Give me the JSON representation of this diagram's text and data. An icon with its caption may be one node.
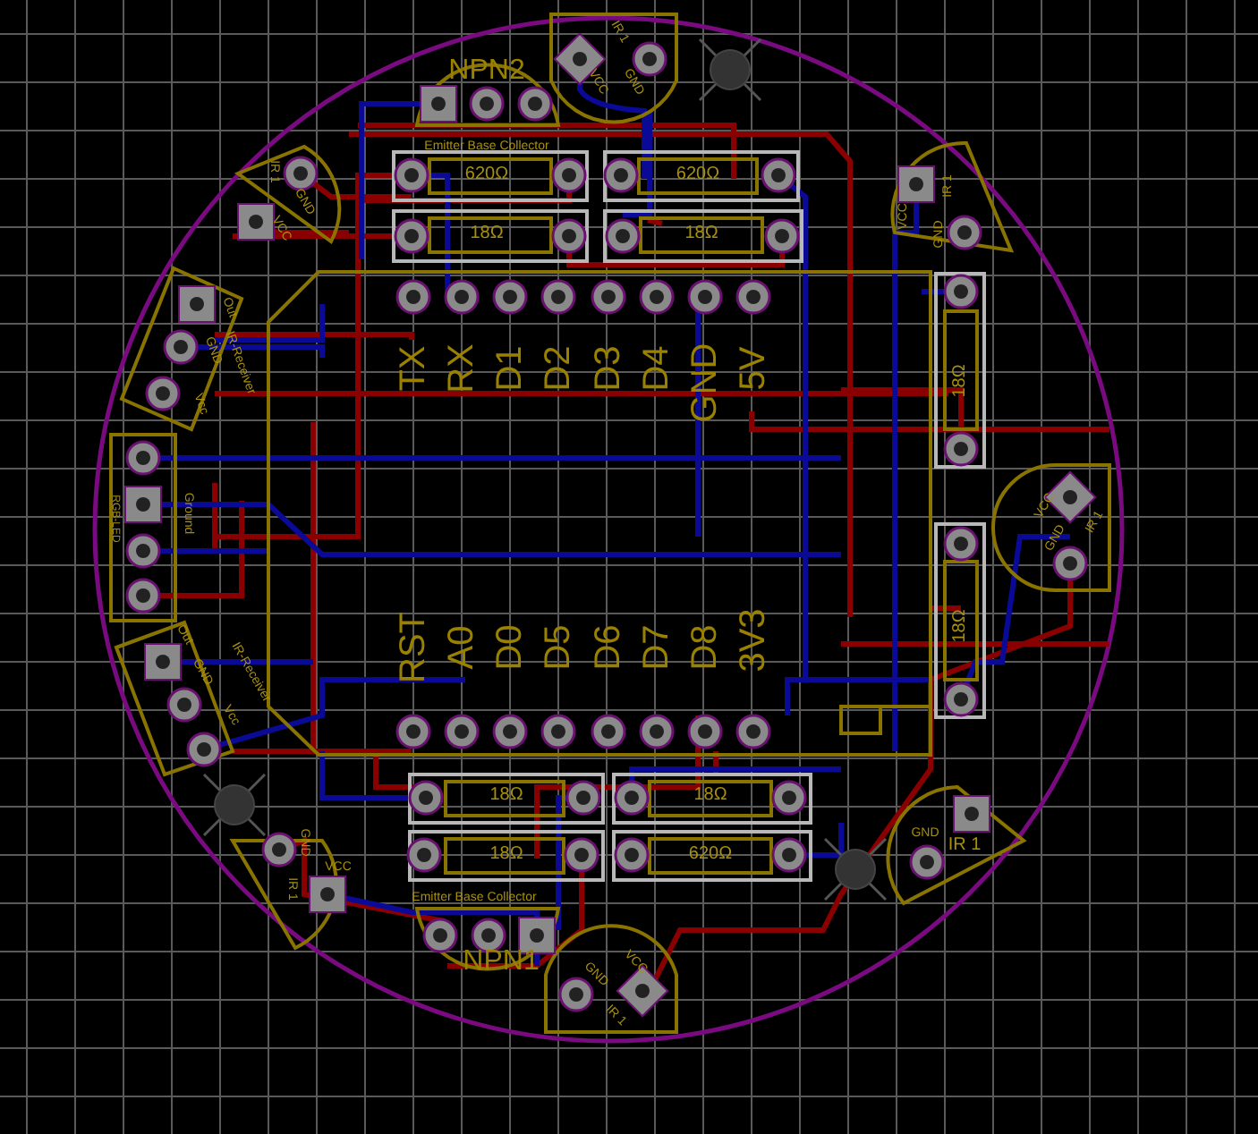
{
  "diagram": {
    "labels": [
      "IR 1",
      "NPN2",
      "VCC",
      "GND",
      "Emitter Base Collector",
      "620Ω",
      "620Ω",
      "18Ω",
      "18Ω",
      "IR 1",
      "GND",
      "VCC",
      "IR 1",
      "VCC",
      "GND",
      "Out",
      "GND",
      "Vcc",
      "IR-Receiver",
      "RGB-LED",
      "Ground",
      "18Ω",
      "18Ω",
      "IR 1",
      "VCC",
      "GND",
      "TX",
      "RX",
      "D1",
      "D2",
      "D3",
      "D4",
      "GND",
      "5V",
      "RST",
      "A0",
      "D0",
      "D5",
      "D6",
      "D7",
      "D8",
      "3V3",
      "Out",
      "GND",
      "Vcc",
      "IR-Receiver",
      "18Ω",
      "18Ω",
      "18Ω",
      "620Ω",
      "GND",
      "IR 1",
      "VCC",
      "Emitter Base Collector",
      "NPN1",
      "GND",
      "IR 1",
      "VCC",
      "GND",
      "IR 1"
    ]
  }
}
